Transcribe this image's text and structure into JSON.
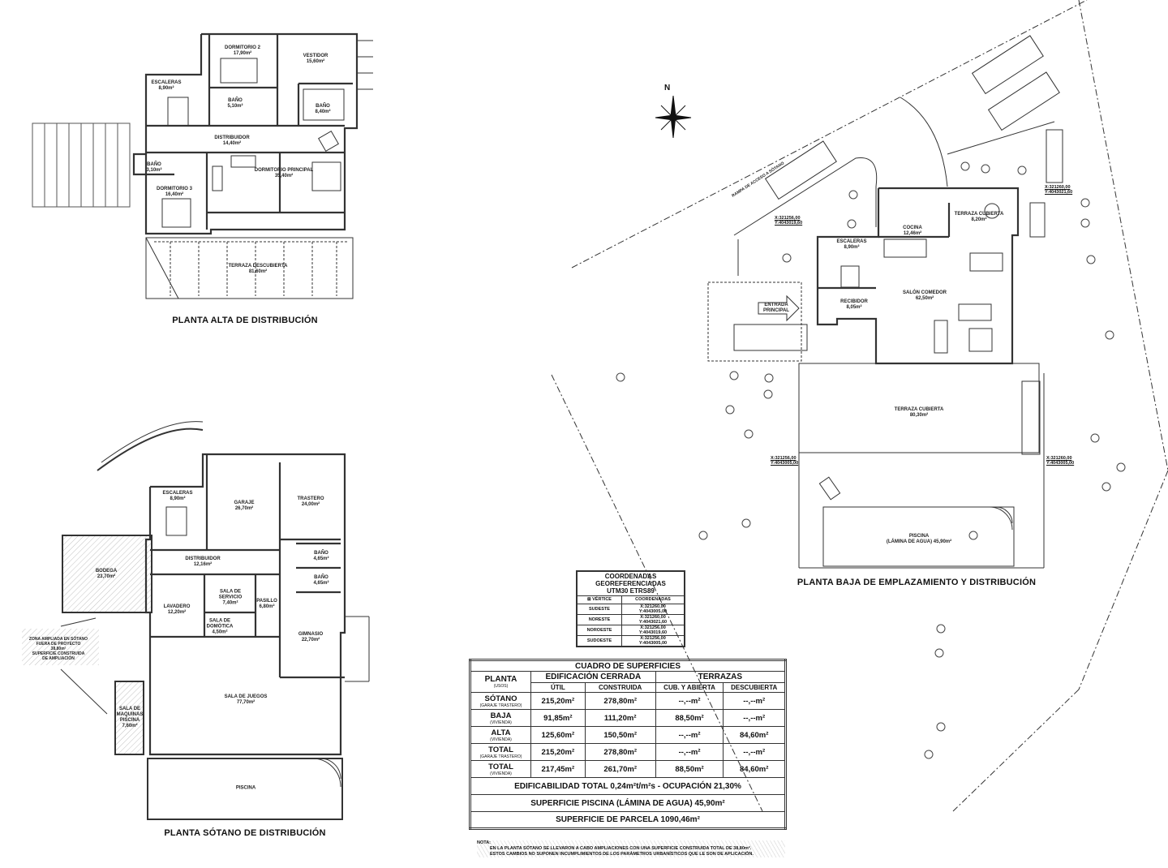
{
  "plans": {
    "alta": {
      "title": "PLANTA ALTA DE DISTRIBUCIÓN",
      "rooms": [
        {
          "name": "DORMITORIO 2",
          "area": "17,90m²"
        },
        {
          "name": "VESTIDOR",
          "area": "15,60m²"
        },
        {
          "name": "ESCALERAS",
          "area": "8,90m²"
        },
        {
          "name": "BAÑO",
          "area": "5,10m²"
        },
        {
          "name": "BAÑO",
          "area": "8,40m²"
        },
        {
          "name": "DISTRIBUIDOR",
          "area": "14,40m²"
        },
        {
          "name": "DORMITORIO PRINCIPAL",
          "area": "35,40m²"
        },
        {
          "name": "BAÑO",
          "area": "3,10m²"
        },
        {
          "name": "DORMITORIO 3",
          "area": "16,40m²"
        },
        {
          "name": "TERRAZA DESCUBIERTA",
          "area": "81,60m²"
        }
      ]
    },
    "sotano": {
      "title": "PLANTA SÓTANO DE DISTRIBUCIÓN",
      "rooms": [
        {
          "name": "ESCALERAS",
          "area": "8,90m²"
        },
        {
          "name": "GARAJE",
          "area": "26,70m²"
        },
        {
          "name": "TRASTERO",
          "area": "24,00m²"
        },
        {
          "name": "BAÑO",
          "area": "4,65m²"
        },
        {
          "name": "BAÑO",
          "area": "4,65m²"
        },
        {
          "name": "DISTRIBUIDOR",
          "area": "12,16m²"
        },
        {
          "name": "BODEGA",
          "area": "23,70m²"
        },
        {
          "name": "LAVADERO",
          "area": "12,20m²"
        },
        {
          "name": "SALA DE SERVICIO",
          "area": "7,40m²"
        },
        {
          "name": "PASILLO",
          "area": "6,80m²"
        },
        {
          "name": "SALA DE DOMÓTICA",
          "area": "4,50m²"
        },
        {
          "name": "GIMNASIO",
          "area": "22,70m²"
        },
        {
          "name": "SALA DE JUEGOS",
          "area": "77,70m²"
        },
        {
          "name": "SALA DE MAQUINAS PISCINA",
          "area": "7,60m²"
        },
        {
          "name": "PISCINA",
          "area": ""
        }
      ],
      "ampliacion_note": {
        "line1": "ZONA AMPLIADA EN SÓTANO",
        "line2": "FUERA DE PROYECTO",
        "line3": "38,80m²",
        "line4": "SUPERFICIE CONSTRUIDA",
        "line5": "DE AMPLIACIÓN"
      }
    },
    "baja": {
      "title": "PLANTA BAJA DE EMPLAZAMIENTO Y DISTRIBUCIÓN",
      "rooms": [
        {
          "name": "COCINA",
          "area": "12,46m²"
        },
        {
          "name": "TERRAZA CUBIERTA",
          "area": "8,20m²"
        },
        {
          "name": "ESCALERAS",
          "area": "8,90m²"
        },
        {
          "name": "SALÓN COMEDOR",
          "area": "62,50m²"
        },
        {
          "name": "RECIBIDOR",
          "area": "8,05m²"
        },
        {
          "name": "TERRAZA CUBIERTA",
          "area": "80,30m²"
        },
        {
          "name": "PISCINA",
          "area": "(LÁMINA DE AGUA) 45,90m²"
        }
      ],
      "entrance_label": "ENTRADA PRINCIPAL",
      "ramp_label": "RAMPA DE ACCESO A SÓTANO",
      "north_label": "N",
      "vertex_labels": [
        {
          "x": "X:321256,00",
          "y": "Y:4043019,60"
        },
        {
          "x": "X:321260,00",
          "y": "Y:4043021,60"
        },
        {
          "x": "X:321256,00",
          "y": "Y:4043005,00"
        },
        {
          "x": "X:321260,00",
          "y": "Y:4043005,00"
        }
      ]
    }
  },
  "coords_table": {
    "title_lines": [
      "COORDENADAS",
      "GEOREFERENCIADAS",
      "UTM30 ETRS89"
    ],
    "headers": [
      "VÉRTICE",
      "COORDENADAS"
    ],
    "rows": [
      {
        "vertex": "SUDESTE",
        "x": "X:321260,00",
        "y": "Y:4043005,00"
      },
      {
        "vertex": "NORESTE",
        "x": "X:321260,00",
        "y": "Y:4043021,60"
      },
      {
        "vertex": "NOROESTE",
        "x": "X:321256,00",
        "y": "Y:4043019,60"
      },
      {
        "vertex": "SUDOESTE",
        "x": "X:321256,00",
        "y": "Y:4043005,00"
      }
    ]
  },
  "surface_table": {
    "title": "CUADRO DE SUPERFICIES",
    "col_planta": "PLANTA",
    "col_planta_sub": "(USOS)",
    "group_cerrada": "EDIFICACIÓN CERRADA",
    "group_terrazas": "TERRAZAS",
    "cols": [
      "ÚTIL",
      "CONSTRUIDA",
      "CUB. Y ABIERTA",
      "DESCUBIERTA"
    ],
    "rows": [
      {
        "planta": "SÓTANO",
        "uso": "(GARAJE TRASTERO)",
        "values": [
          "215,20m²",
          "278,80m²",
          "--,--m²",
          "--,--m²"
        ]
      },
      {
        "planta": "BAJA",
        "uso": "(VIVIENDA)",
        "values": [
          "91,85m²",
          "111,20m²",
          "88,50m²",
          "--,--m²"
        ]
      },
      {
        "planta": "ALTA",
        "uso": "(VIVIENDA)",
        "values": [
          "125,60m²",
          "150,50m²",
          "--,--m²",
          "84,60m²"
        ]
      },
      {
        "planta": "TOTAL",
        "uso": "(GARAJE TRASTERO)",
        "values": [
          "215,20m²",
          "278,80m²",
          "--,--m²",
          "--,--m²"
        ]
      },
      {
        "planta": "TOTAL",
        "uso": "(VIVIENDA)",
        "values": [
          "217,45m²",
          "261,70m²",
          "88,50m²",
          "84,60m²"
        ]
      }
    ],
    "edificabilidad": "EDIFICABILIDAD TOTAL 0,24m²t/m²s - OCUPACIÓN 21,30%",
    "piscina": "SUPERFICIE PISCINA (LÁMINA DE AGUA) 45,90m²",
    "parcela": "SUPERFICIE DE PARCELA 1090,46m²"
  },
  "nota": {
    "label": "NOTA:",
    "line1": "EN LA PLANTA SÓTANO SE LLEVARON A CABO AMPLIACIONES CON UNA SUPERFICIE CONSTRUIDA TOTAL DE 38,80m².",
    "line2": "ESTOS CAMBIOS NO SUPONEN INCUMPLIMIENTOS DE LOS PARÁMETROS URBANÍSTICOS QUE LE SON DE APLICACIÓN."
  }
}
